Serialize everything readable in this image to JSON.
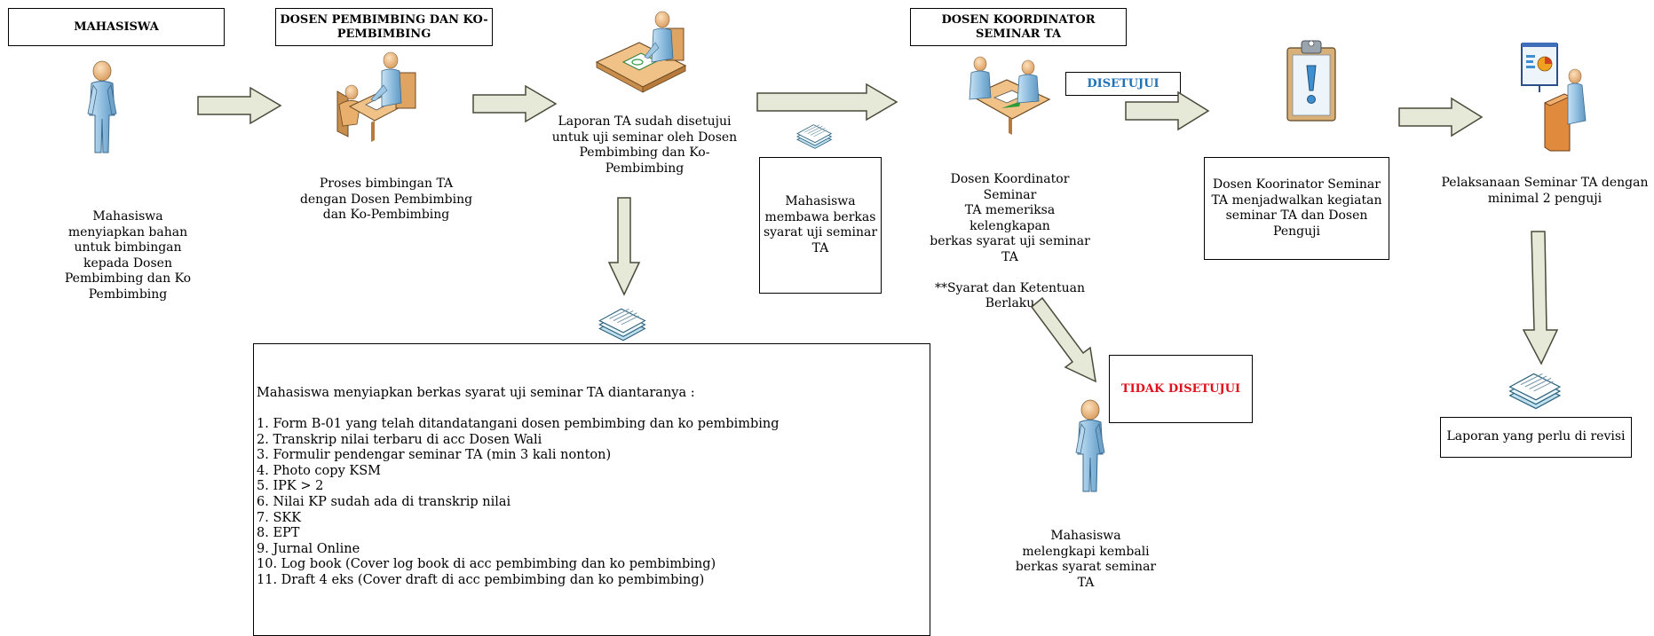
{
  "colors": {
    "arrow_fill": "#e6e8d8",
    "arrow_stroke": "#4a4a3a",
    "person_fill": "#9fc7e3",
    "skin": "#f2c08a",
    "desk": "#e9b06d",
    "approved": "#1f72b8",
    "rejected": "#e0111b"
  },
  "headers": {
    "mahasiswa": "MAHASISWA",
    "dosen_pembimbing": "DOSEN PEMBIMBING DAN KO-\nPEMBIMBING",
    "dosen_koordinator": "DOSEN KOORDINATOR\nSEMINAR TA"
  },
  "steps": {
    "mahasiswa_prepare": "Mahasiswa\nmenyiapkan bahan\nuntuk bimbingan\nkepada Dosen\nPembimbing dan Ko\nPembimbing",
    "proses_bimbingan": "Proses bimbingan TA\ndengan Dosen Pembimbing\ndan Ko-Pembimbing",
    "laporan_disetujui": "Laporan TA sudah disetujui\nuntuk uji seminar oleh Dosen\nPembimbing dan Ko-\nPembimbing",
    "membawa_berkas": "Mahasiswa\nmembawa berkas\nsyarat uji seminar\nTA",
    "koordinator_periksa": "Dosen Koordinator Seminar\nTA memeriksa kelengkapan\nberkas syarat uji seminar TA\n\n**Syarat dan Ketentuan\nBerlaku",
    "menjadwalkan": "Dosen Koorinator Seminar\nTA menjadwalkan kegiatan\nseminar TA dan Dosen\nPenguji",
    "pelaksanaan": "Pelaksanaan Seminar TA dengan\nminimal 2 penguji",
    "revisi": "Laporan yang perlu di revisi",
    "melengkapi": "Mahasiswa\nmelengkapi kembali\nberkas syarat seminar\nTA"
  },
  "decisions": {
    "approved": "DISETUJUI",
    "rejected": "TIDAK DISETUJUI"
  },
  "requirements": {
    "intro": "Mahasiswa menyiapkan berkas syarat uji seminar TA diantaranya :",
    "items": [
      "1. Form B-01 yang telah ditandatangani dosen pembimbing dan ko pembimbing",
      "2. Transkrip nilai terbaru di acc Dosen Wali",
      "3. Formulir pendengar seminar TA (min 3 kali nonton)",
      "4. Photo copy KSM",
      "5. IPK > 2",
      "6. Nilai KP sudah ada di transkrip nilai",
      "7. SKK",
      "8. EPT",
      "9. Jurnal Online",
      "10. Log book (Cover log book di acc pembimbing dan ko pembimbing)",
      "11. Draft 4 eks (Cover draft di acc pembimbing dan ko pembimbing)"
    ]
  }
}
